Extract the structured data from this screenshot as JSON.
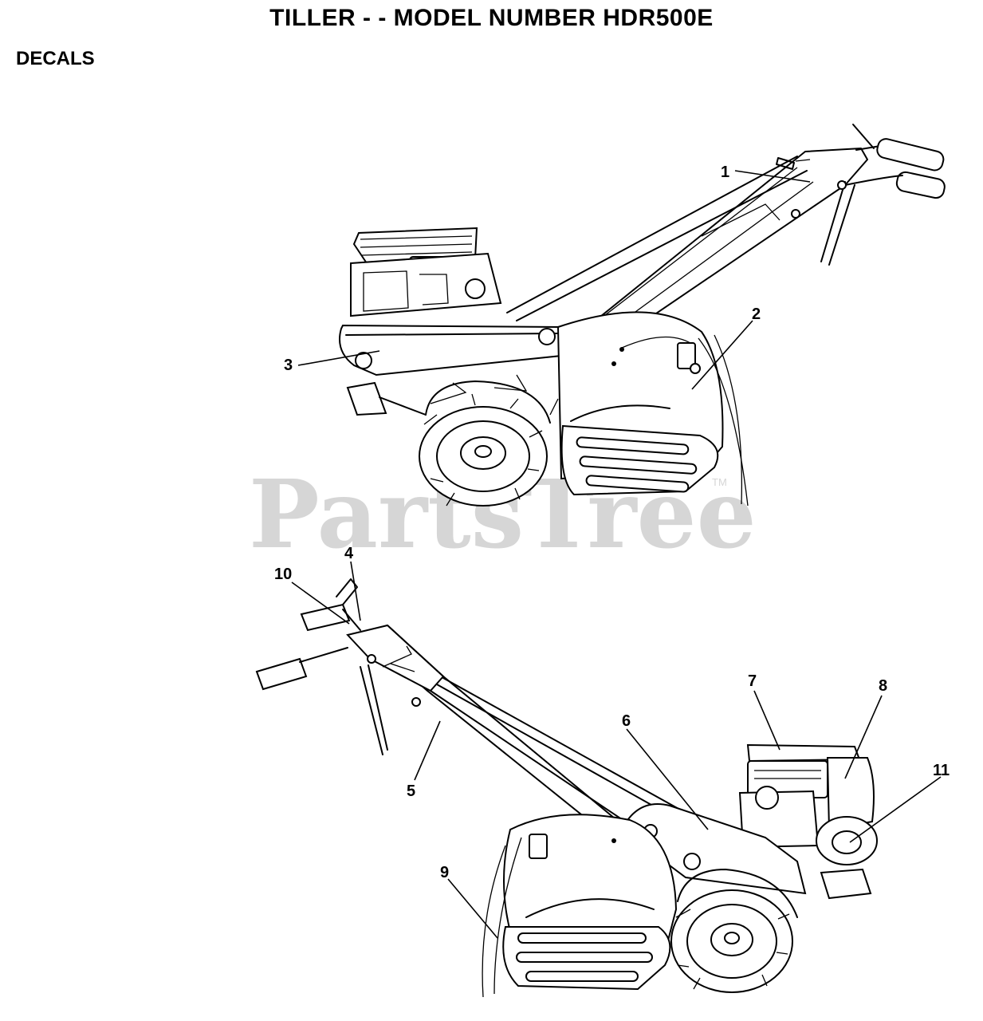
{
  "header": {
    "title": "TILLER - - MODEL NUMBER HDR500E"
  },
  "section": {
    "label": "DECALS"
  },
  "watermark": {
    "text": "PartsTree",
    "mark": "TM",
    "color": "#d6d6d6"
  },
  "callouts": [
    {
      "id": "1",
      "label": "1"
    },
    {
      "id": "2",
      "label": "2"
    },
    {
      "id": "3",
      "label": "3"
    },
    {
      "id": "4",
      "label": "4"
    },
    {
      "id": "5",
      "label": "5"
    },
    {
      "id": "6",
      "label": "6"
    },
    {
      "id": "7",
      "label": "7"
    },
    {
      "id": "8",
      "label": "8"
    },
    {
      "id": "9",
      "label": "9"
    },
    {
      "id": "10",
      "label": "10"
    },
    {
      "id": "11",
      "label": "11"
    }
  ]
}
